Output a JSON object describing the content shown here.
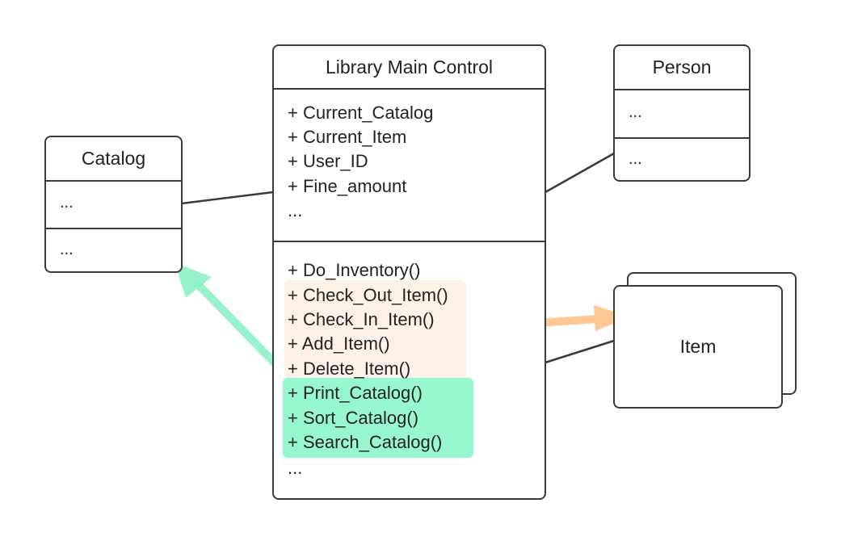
{
  "catalog": {
    "title": "Catalog",
    "attributes": "...",
    "methods": "..."
  },
  "library": {
    "title": "Library Main Control",
    "attributes": [
      "+ Current_Catalog",
      "+ Current_Item",
      "+ User_ID",
      "+ Fine_amount",
      "..."
    ],
    "methods": [
      "+ Do_Inventory()",
      "+ Check_Out_Item()",
      "+ Check_In_Item()",
      "+ Add_Item()",
      "+ Delete_Item()",
      "+ Print_Catalog()",
      "+ Sort_Catalog()",
      "+ Search_Catalog()",
      "..."
    ]
  },
  "person": {
    "title": "Person",
    "attributes": "...",
    "methods": "..."
  },
  "item": {
    "title": "Item"
  },
  "colors": {
    "border": "#3a3a3a",
    "orange_highlight": "#fdf2e7",
    "orange_arrow": "#ffc894",
    "green_highlight": "#97f7cf",
    "green_arrow": "#8ef2c4"
  }
}
